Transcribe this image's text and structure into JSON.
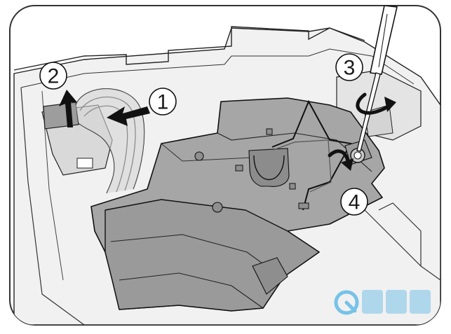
{
  "diagram": {
    "steps": [
      {
        "id": "step-1",
        "label": "1"
      },
      {
        "id": "step-2",
        "label": "2"
      },
      {
        "id": "step-3",
        "label": "3"
      },
      {
        "id": "step-4",
        "label": "4"
      }
    ],
    "colors": {
      "outline": "#111111",
      "frame_fill": "#ffffff",
      "bay_fill": "#ececec",
      "lamp_fill": "#a6a6a6",
      "lamp_shadow": "#8e8e8e",
      "arrow_fill": "#111111",
      "watermark": "#4fb3e6"
    },
    "icons": [
      "screwdriver-icon",
      "rotate-arrow-icon",
      "push-arrow-icon"
    ]
  }
}
